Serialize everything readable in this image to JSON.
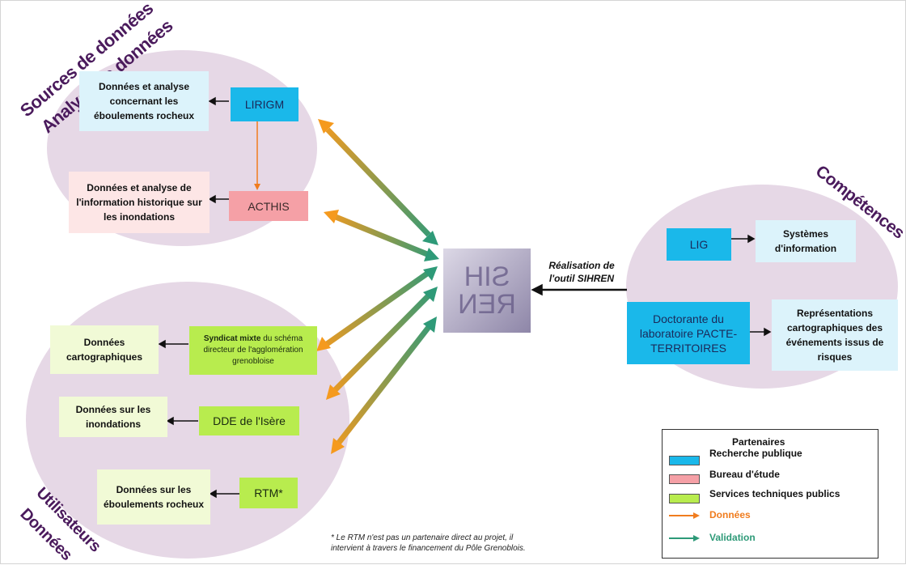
{
  "labels": {
    "sources": "Sources de données",
    "analyse": "Analyse de données",
    "competences": "Compétences",
    "utilisateurs": "Utilisateurs",
    "donnees_bottom": "Données"
  },
  "top_group": {
    "box1": "Données et analyse concernant les éboulements rocheux",
    "lirigm": "LIRIGM",
    "box2": "Données et analyse de l'information historique sur les inondations",
    "acthis": "ACTHIS"
  },
  "bottom_group": {
    "carto": "Données cartographiques",
    "syndicat_bold": "Syndicat mixte",
    "syndicat_rest": " du schéma directeur de l'agglomération grenobloise",
    "inond": "Données sur les inondations",
    "dde": "DDE de l'Isère",
    "ebou": "Données sur les éboulements rocheux",
    "rtm": "RTM*"
  },
  "right_group": {
    "lig": "LIG",
    "systemes": "Systèmes d'information",
    "doctorante": "Doctorante du laboratoire PACTE-TERRITOIRES",
    "representations": "Représentations cartographiques des événements issus de risques"
  },
  "center": {
    "logo_text": "SIH REN",
    "realisation": "Réalisation de l'outil SIHREN"
  },
  "legend": {
    "title": "Partenaires",
    "items": [
      {
        "label": "Recherche publique",
        "color": "#1ab8ea"
      },
      {
        "label": "Bureau d'étude",
        "color": "#f5a0a6"
      },
      {
        "label": "Services techniques  publics",
        "color": "#b8ec4e"
      }
    ],
    "arrows": [
      {
        "label": "Données",
        "color": "#f07c1e"
      },
      {
        "label": "Validation",
        "color": "#2e9a78"
      }
    ]
  },
  "footnote": {
    "line1": "* Le RTM n'est pas un partenaire direct au projet, il",
    "line2": "intervient à travers le financement du Pôle Grenoblois."
  }
}
